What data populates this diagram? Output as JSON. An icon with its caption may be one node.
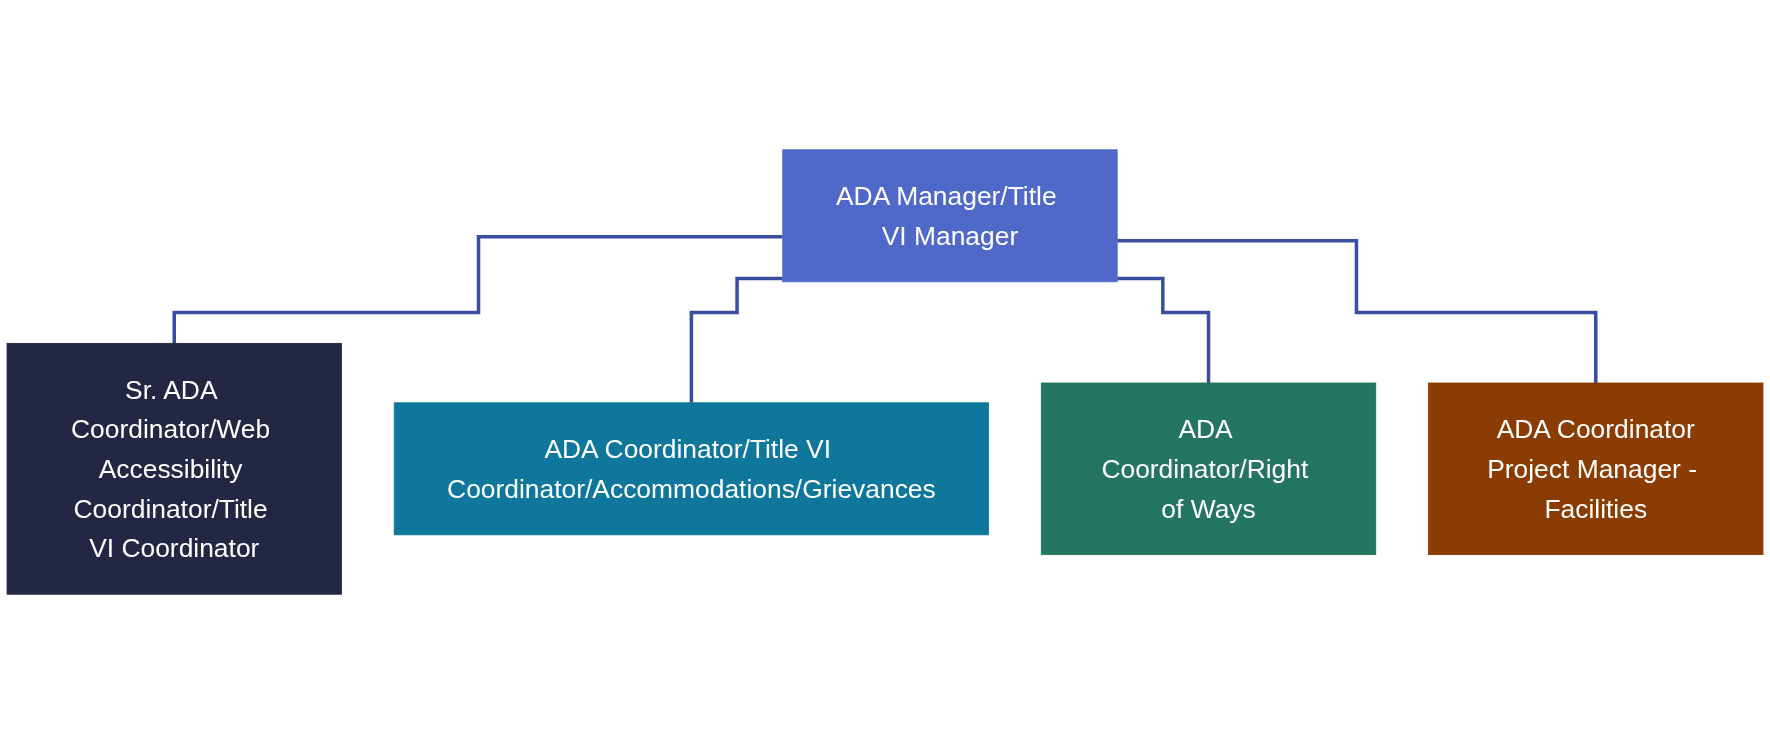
{
  "diagram": {
    "nodes": [
      {
        "text": [
          "ADA Manager/Title VI Manager"
        ]
      },
      {
        "text": [
          "Sr. ADA Coordinator/Web Accessibility Coordinator/Title VI Coordinator"
        ]
      },
      {
        "text": [
          "ADA Coordinator/Title VI Coordinator/Accommodations/Grievances"
        ]
      },
      {
        "text": [
          "ADA Coordinator/Right of Ways"
        ]
      },
      {
        "text": [
          "ADA Coordinator",
          "Project Manager - Facilities"
        ]
      }
    ],
    "edges": [
      {
        "from": 0,
        "to": 1,
        "arrow": "none"
      },
      {
        "from": 0,
        "to": 2,
        "arrow": "none"
      },
      {
        "from": 0,
        "to": 3,
        "arrow": "none"
      },
      {
        "from": 0,
        "to": 4,
        "arrow": "none"
      }
    ]
  }
}
